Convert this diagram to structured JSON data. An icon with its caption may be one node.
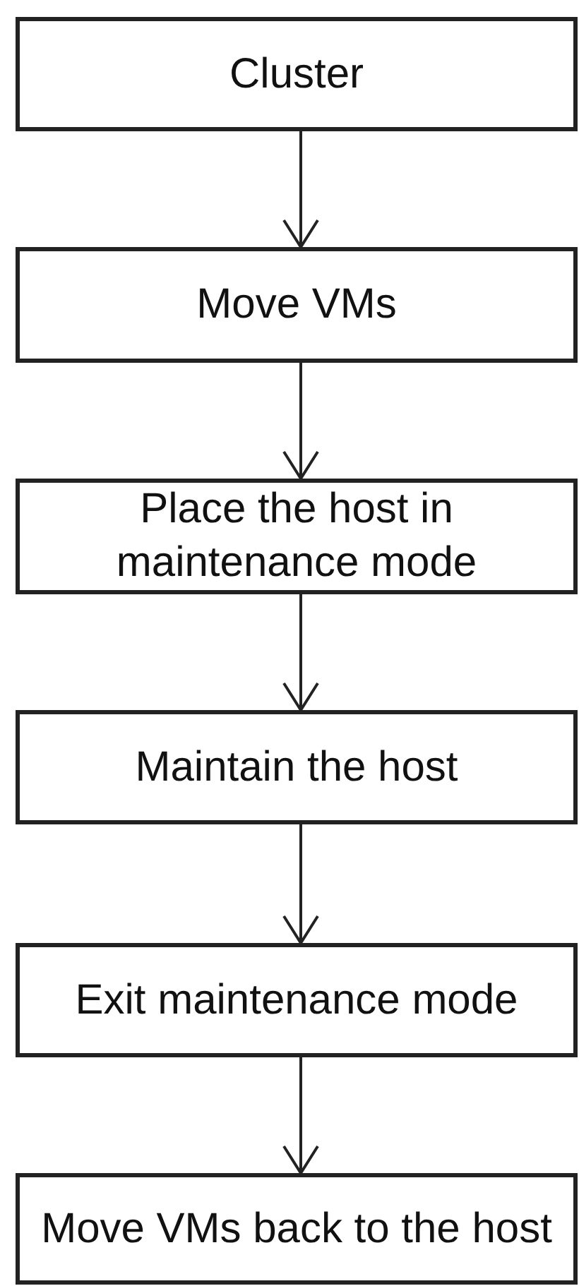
{
  "diagram": {
    "nodes": [
      {
        "text": [
          "Cluster"
        ]
      },
      {
        "text": [
          "Move VMs"
        ]
      },
      {
        "text": [
          "Place the host in maintenance mode"
        ]
      },
      {
        "text": [
          "Maintain the host"
        ]
      },
      {
        "text": [
          "Exit maintenance mode"
        ]
      },
      {
        "text": [
          "Move VMs back to the host"
        ]
      }
    ],
    "edges": [
      {
        "from": 0,
        "to": 1,
        "arrow": "to"
      },
      {
        "from": 1,
        "to": 2,
        "arrow": "to"
      },
      {
        "from": 2,
        "to": 3,
        "arrow": "to"
      },
      {
        "from": 3,
        "to": 4,
        "arrow": "to"
      },
      {
        "from": 4,
        "to": 5,
        "arrow": "to"
      }
    ]
  }
}
